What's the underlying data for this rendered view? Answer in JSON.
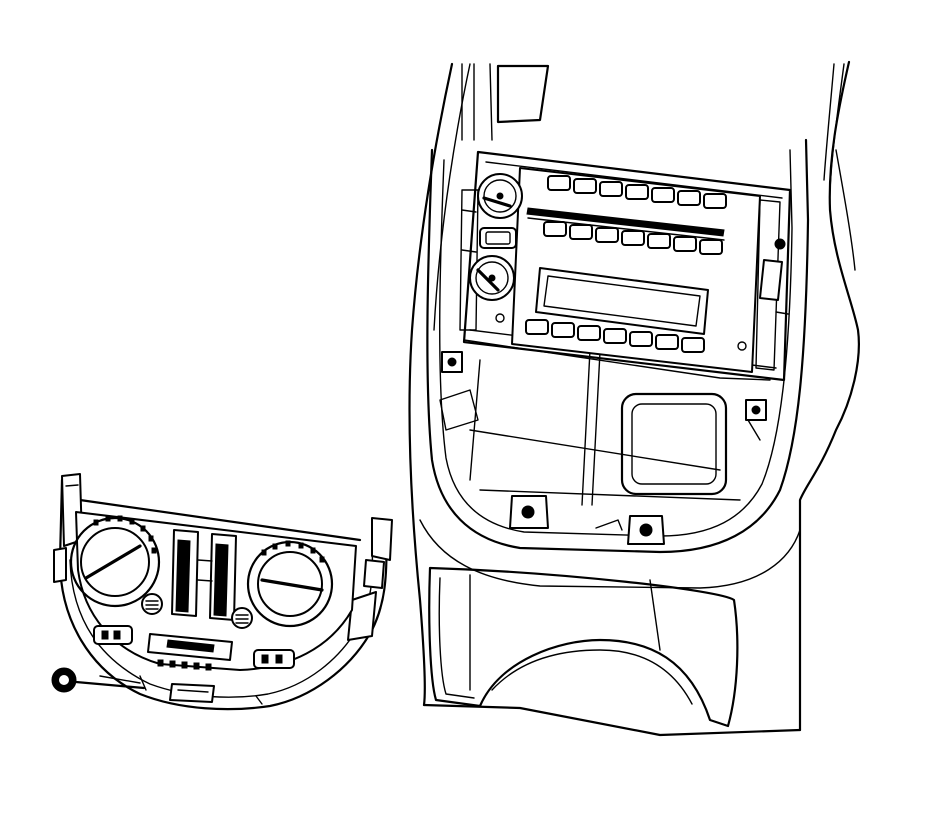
{
  "illustration": {
    "background": "#ffffff",
    "line_color": "#000000",
    "components": [
      {
        "id": "hvac-control-panel",
        "icon": "climate-control-panel-icon"
      },
      {
        "id": "instrument-panel-center-bezel",
        "icon": "dashboard-bezel-icon"
      },
      {
        "id": "radio-head-unit",
        "icon": "radio-icon"
      },
      {
        "id": "harness-connector",
        "icon": "connector-icon"
      },
      {
        "id": "lower-storage-pocket",
        "icon": "storage-pocket-icon"
      }
    ]
  }
}
